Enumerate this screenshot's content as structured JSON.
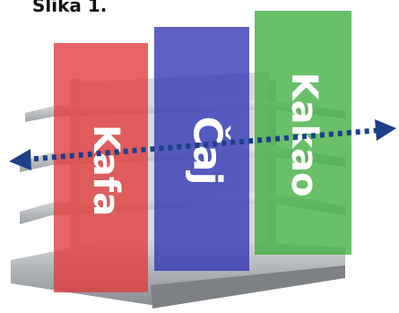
{
  "caption": "Slika 1.",
  "bands": [
    {
      "label": "Kafa",
      "color": "#e23a3a"
    },
    {
      "label": "Čaj",
      "color": "#2f35b5"
    },
    {
      "label": "Kakao",
      "color": "#3fae3f"
    }
  ],
  "arrow_color": "#1d3f8a",
  "shelf_color": "#b9bcc0",
  "icons": [
    "double-headed-dotted-arrow-icon"
  ]
}
